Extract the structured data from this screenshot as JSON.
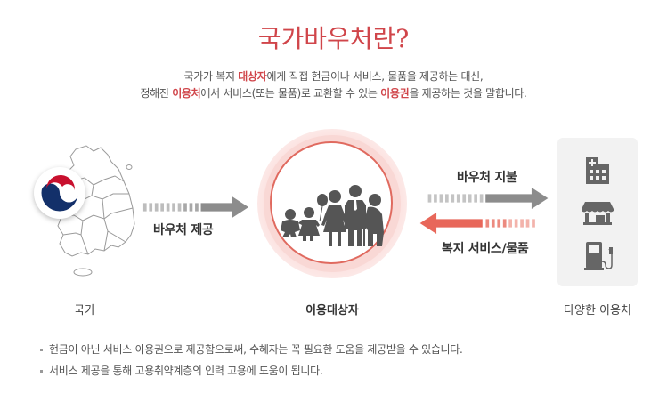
{
  "title": "국가바우처란?",
  "description": {
    "line1": {
      "before": "국가가 복지 ",
      "highlight": "대상자",
      "after": "에게 직접 현금이나 서비스, 물품을 제공하는 대신,"
    },
    "line2": {
      "before": "정해진 ",
      "highlight1": "이용처",
      "middle": "에서 서비스(또는 물품)로 교환할 수 있는 ",
      "highlight2": "이용권",
      "after": "을 제공하는 것을 말합니다."
    }
  },
  "diagram": {
    "nodes": {
      "state": {
        "label": "국가",
        "icon": "korea-map-with-government-emblem"
      },
      "recipient": {
        "label": "이용대상자",
        "icon": "family-silhouettes"
      },
      "providers": {
        "label": "다양한 이용처",
        "icons": [
          "hospital-icon",
          "store-icon",
          "gas-station-icon"
        ]
      }
    },
    "arrows": {
      "voucher_provide": {
        "label": "바우처 제공",
        "direction": "right",
        "color": "#8c8c8c"
      },
      "voucher_pay": {
        "label": "바우처 지불",
        "direction": "right",
        "color": "#8c8c8c"
      },
      "welfare_service": {
        "label": "복지 서비스/물품",
        "direction": "left",
        "color": "#e8675a"
      }
    }
  },
  "bullets": [
    "현금이 아닌 서비스 이용권으로 제공함으로써, 수혜자는 꼭 필요한 도움을 제공받을 수 있습니다.",
    "서비스 제공을 통해 고용취약계층의 인력 고용에 도움이 됩니다."
  ],
  "colors": {
    "accent": "#d0454a",
    "arrow_gray": "#8c8c8c",
    "arrow_red": "#e8675a",
    "icon_gray": "#666666",
    "panel_bg": "#f2f2f2"
  }
}
